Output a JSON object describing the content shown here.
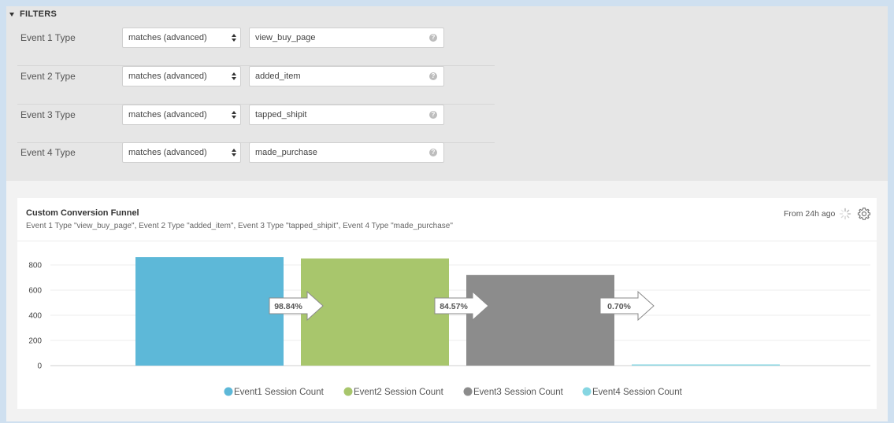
{
  "filters": {
    "title": "FILTERS",
    "rows": [
      {
        "label": "Event 1 Type",
        "operator": "matches (advanced)",
        "value": "view_buy_page",
        "help": "?"
      },
      {
        "label": "Event 2 Type",
        "operator": "matches (advanced)",
        "value": "added_item",
        "help": "?"
      },
      {
        "label": "Event 3 Type",
        "operator": "matches (advanced)",
        "value": "tapped_shipit",
        "help": "?"
      },
      {
        "label": "Event 4 Type",
        "operator": "matches (advanced)",
        "value": "made_purchase",
        "help": "?"
      }
    ]
  },
  "card": {
    "title": "Custom Conversion Funnel",
    "subtitle": "Event 1 Type \"view_buy_page\", Event 2 Type \"added_item\", Event 3 Type \"tapped_shipit\", Event 4 Type \"made_purchase\"",
    "time_range": "From 24h ago",
    "icons": {
      "spinner": "loading-spinner-icon",
      "settings": "gear-icon"
    }
  },
  "chart_data": {
    "type": "bar",
    "categories": [
      "Event1 Session Count",
      "Event2 Session Count",
      "Event3 Session Count",
      "Event4 Session Count"
    ],
    "values": [
      862,
      852,
      720,
      5
    ],
    "colors": [
      "#5db8d8",
      "#a8c66c",
      "#8c8c8c",
      "#86d6e2"
    ],
    "conversions": [
      "98.84%",
      "84.57%",
      "0.70%"
    ],
    "yticks": [
      0,
      200,
      400,
      600,
      800
    ],
    "ylim": [
      0,
      900
    ],
    "grid": true,
    "legend_position": "bottom"
  }
}
